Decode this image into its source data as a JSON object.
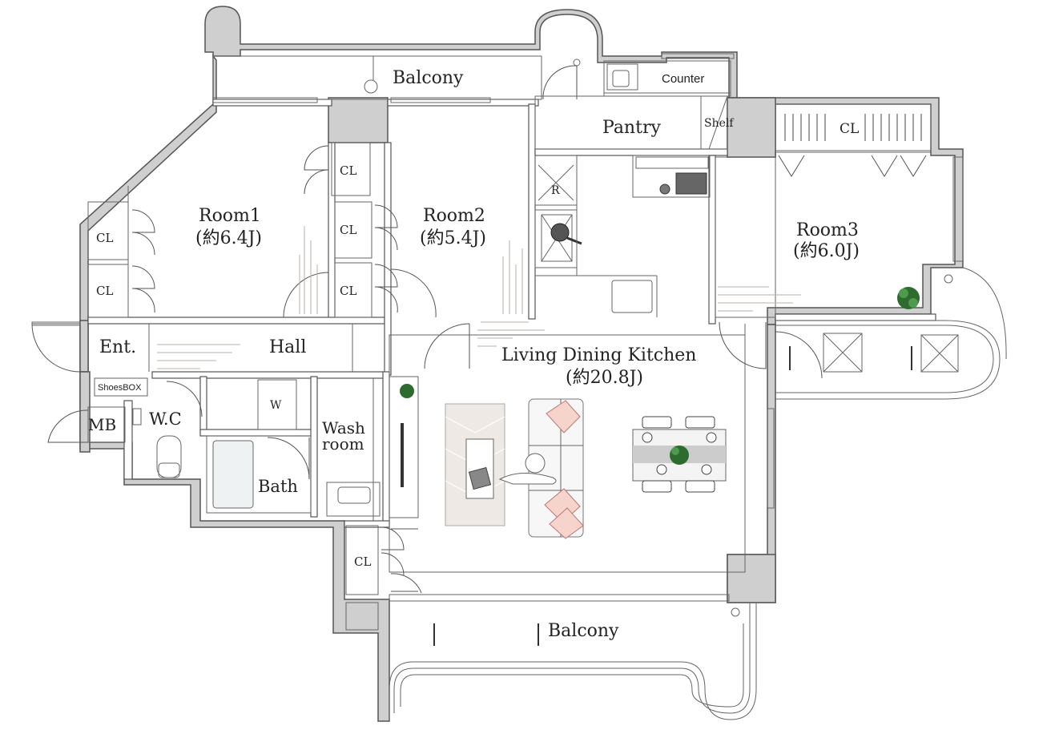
{
  "rooms": {
    "balcony_top": "Balcony",
    "counter": "Counter",
    "pantry": "Pantry",
    "shelf": "Shelf",
    "room1": "Room1",
    "room1_size": "(約6.4J)",
    "room2": "Room2",
    "room2_size": "(約5.4J)",
    "room3": "Room3",
    "room3_size": "(約6.0J)",
    "ldk": "Living Dining Kitchen",
    "ldk_size": "(約20.8J)",
    "entrance": "Ent.",
    "hall": "Hall",
    "shoes_box": "ShoesBOX",
    "mb": "MB",
    "wc": "W.C",
    "wash_w": "W",
    "wash_room_1": "Wash",
    "wash_room_2": "room",
    "bath": "Bath",
    "balcony_bottom": "Balcony",
    "refrigerator": "R"
  },
  "closets": {
    "cl_room1_a": "CL",
    "cl_room1_b": "CL",
    "cl_room1_top": "CL",
    "cl_room2_a": "CL",
    "cl_room2_b": "CL",
    "cl_room3": "CL",
    "cl_bottom": "CL"
  },
  "colors": {
    "wall": "#cfcfcf",
    "floor_pattern": "#b9b2a8",
    "cushion": "#f6d4cc",
    "plant": "#2e6b2e"
  }
}
